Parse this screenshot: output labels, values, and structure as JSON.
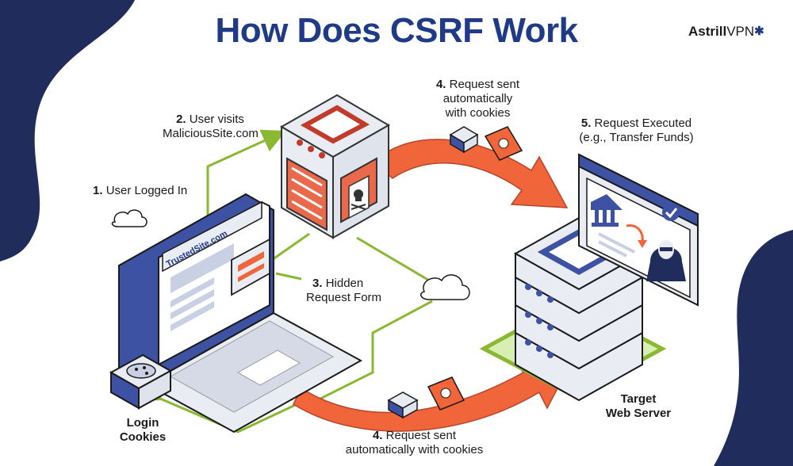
{
  "title": "How Does CSRF Work",
  "brand": {
    "name": "Astrill",
    "suffix": "VPN",
    "star": "✱"
  },
  "colors": {
    "navy": "#1f3a86",
    "arrow_red": "#f0653a",
    "line_green": "#8ab832",
    "server_red": "#e9694a",
    "screen_blue": "#3d52a3",
    "light_gray": "#e9ecf3"
  },
  "steps": {
    "s1": {
      "number": "1.",
      "text": "User Logged In"
    },
    "s2": {
      "number": "2.",
      "text": "User visits",
      "line2": "MaliciousSite.com"
    },
    "s3": {
      "number": "3.",
      "text": "Hidden",
      "line2": "Request Form"
    },
    "s4_top": {
      "number": "4.",
      "text": "Request sent",
      "line2": "automatically",
      "line3": "with cookies"
    },
    "s5": {
      "number": "5.",
      "text": "Request Executed",
      "line2": "(e.g., Transfer Funds)"
    },
    "s4_bottom": {
      "number": "4.",
      "text": "Request sent",
      "line2": "automatically with cookies"
    }
  },
  "labels": {
    "login_cookies": [
      "Login",
      "Cookies"
    ],
    "target_server": [
      "Target",
      "Web Server"
    ],
    "trusted_site": "TrustedSite.com"
  },
  "icons": [
    "laptop-icon",
    "malicious-server-icon",
    "skull-icon",
    "target-server-icon",
    "bank-icon",
    "hacker-icon",
    "cookie-icon",
    "dollar-bill-icon",
    "cloud-icon",
    "checkmark-icon"
  ]
}
